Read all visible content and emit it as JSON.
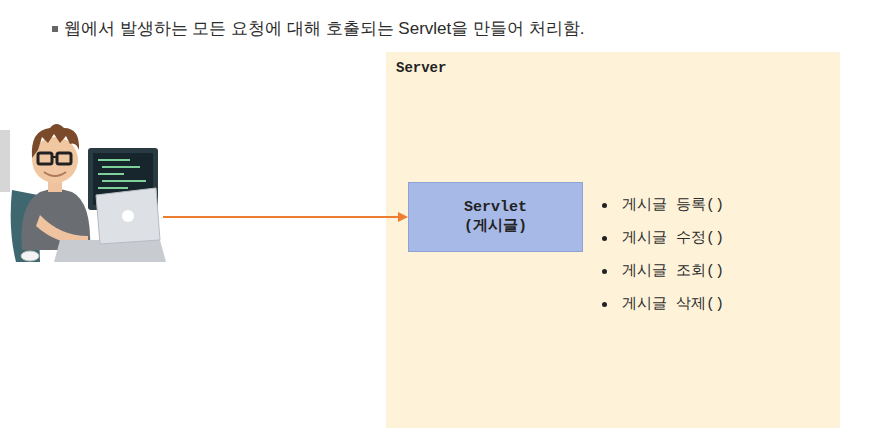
{
  "diagram": {
    "nodes": [
      {
        "text": [
          "Server"
        ]
      },
      {
        "text": [
          "Servlet (게시글)"
        ],
        "in": 0
      }
    ],
    "labels": [
      "웹에서 발생하는 모든 요청에 대해 호출되는 Servlet을 만들어 처리함.",
      "게시글 등록()",
      "게시글 수정()",
      "게시글 조회()",
      "게시글 삭제()"
    ]
  }
}
